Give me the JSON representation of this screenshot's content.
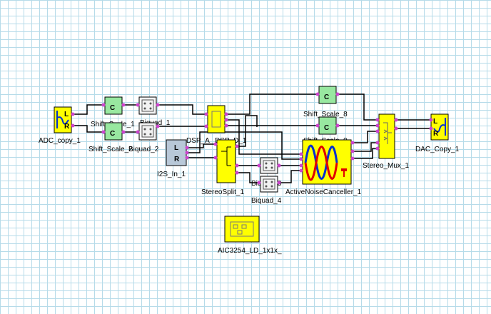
{
  "blocks": {
    "adc": "ADC_copy_1",
    "shift1": "Shift_Scale_1",
    "shift2": "Shift_Scale_2",
    "biquad1": "Biquad_1",
    "biquad2": "Biquad_2",
    "dspa": "DSP_A",
    "dspd": "DSP_D_1",
    "i2s": "I2S_In_1",
    "split": "StereoSplit_1",
    "biquad3": "Biquad_3",
    "biquad4": "Biquad_4",
    "shift8": "Shift_Scale_8",
    "shift9": "Shift_Scale_9",
    "anc": "ActiveNoiseCanceller_1",
    "mux": "Stereo_Mux_1",
    "dac": "DAC_Copy_1",
    "aic": "AIC3254_LD_1x1x_"
  },
  "glyphs": {
    "left": "L",
    "right": "R",
    "coef": "C"
  },
  "colors": {
    "block_yellow": "#ffff00",
    "block_green": "#98e8a0",
    "block_blue": "#b8c8d8",
    "pin": "#cc44cc",
    "wire": "#000000"
  }
}
